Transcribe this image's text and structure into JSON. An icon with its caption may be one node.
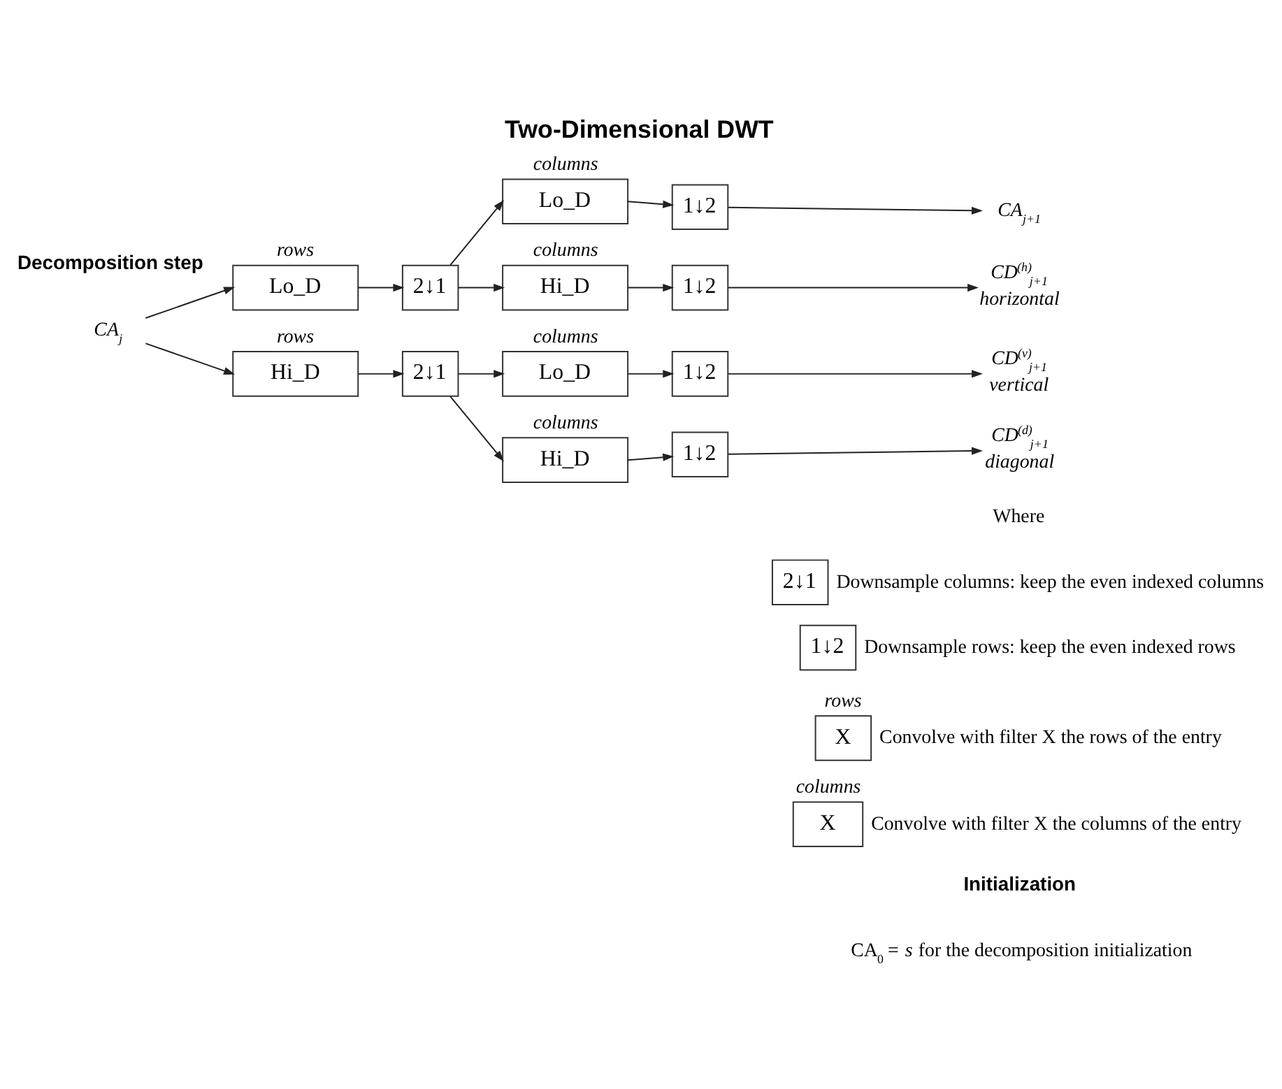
{
  "diagram": {
    "title": "Two-Dimensional DWT",
    "nodes": [
      {
        "text": [
          "CA$_{j}$"
        ]
      },
      {
        "text": [
          "Lo_D"
        ],
        "beside": [
          "rows"
        ]
      },
      {
        "text": [
          "2↓1"
        ]
      },
      {
        "text": [
          "Lo_D"
        ],
        "beside": [
          "columns"
        ]
      },
      {
        "text": [
          "1↓2"
        ]
      },
      {
        "text": [
          "CA$_{j+1}$"
        ]
      },
      {
        "text": [
          "Hi_D"
        ],
        "beside": [
          "columns"
        ]
      },
      {
        "text": [
          "1↓2"
        ]
      },
      {
        "text": [
          "CD$^{(h)}$$_{j+1}$",
          "horizontal"
        ]
      },
      {
        "text": [
          "Hi_D"
        ],
        "beside": [
          "rows"
        ]
      },
      {
        "text": [
          "2↓1"
        ]
      },
      {
        "text": [
          "Lo_D"
        ],
        "beside": [
          "columns"
        ]
      },
      {
        "text": [
          "1↓2"
        ]
      },
      {
        "text": [
          "CD$^{(v)}$$_{j+1}$",
          "vertical"
        ]
      },
      {
        "text": [
          "Hi_D"
        ],
        "beside": [
          "columns"
        ]
      },
      {
        "text": [
          "1↓2"
        ]
      },
      {
        "text": [
          "CD$^{(d)}$$_{j+1}$",
          "diagonal"
        ]
      },
      {
        "text": [
          "2↓1"
        ],
        "beside": [
          "Downsample columns: keep the even indexed columns"
        ]
      },
      {
        "text": [
          "1↓2"
        ],
        "beside": [
          "Downsample rows: keep the even indexed rows"
        ]
      },
      {
        "text": [
          "X"
        ],
        "beside": [
          "rows",
          "Convolve with filter X the rows of the entry"
        ]
      },
      {
        "text": [
          "X"
        ],
        "beside": [
          "columns",
          "Convolve with filter X the columns of the entry"
        ]
      }
    ],
    "edges": [
      {
        "from": 0,
        "to": 1,
        "arrow": "to"
      },
      {
        "from": 0,
        "to": 9,
        "arrow": "to"
      },
      {
        "from": 1,
        "to": 2,
        "arrow": "to"
      },
      {
        "from": 2,
        "to": 3,
        "arrow": "to"
      },
      {
        "from": 2,
        "to": 6,
        "arrow": "to"
      },
      {
        "from": 3,
        "to": 4,
        "arrow": "to"
      },
      {
        "from": 4,
        "to": 5,
        "arrow": "to"
      },
      {
        "from": 6,
        "to": 7,
        "arrow": "to"
      },
      {
        "from": 7,
        "to": 8,
        "arrow": "to"
      },
      {
        "from": 9,
        "to": 10,
        "arrow": "to"
      },
      {
        "from": 10,
        "to": 11,
        "arrow": "to"
      },
      {
        "from": 10,
        "to": 14,
        "arrow": "to"
      },
      {
        "from": 11,
        "to": 12,
        "arrow": "to"
      },
      {
        "from": 12,
        "to": 13,
        "arrow": "to"
      },
      {
        "from": 14,
        "to": 15,
        "arrow": "to"
      },
      {
        "from": 15,
        "to": 16,
        "arrow": "to"
      }
    ],
    "labels": [
      "Decomposition step",
      "Where",
      "Initialization",
      "CA$_{0}$ = *s* for the decomposition initialization"
    ]
  }
}
